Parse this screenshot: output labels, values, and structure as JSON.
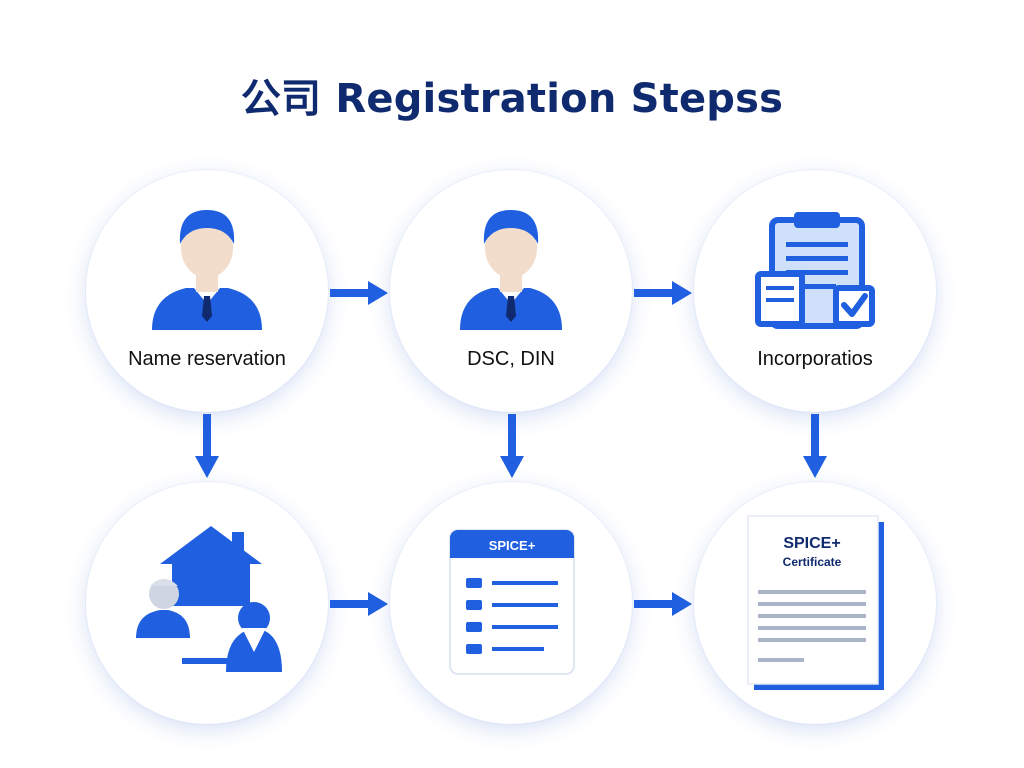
{
  "title": "公司 Registration Stepss",
  "steps": [
    {
      "label": "Name reservation",
      "icon": "businessman-icon"
    },
    {
      "label": "DSC, DIN",
      "icon": "businessman-icon"
    },
    {
      "label": "Incorporatios",
      "icon": "clipboard-check-icon"
    },
    {
      "label": "",
      "icon": "office-address-icon"
    },
    {
      "label": "",
      "icon": "spice-form-icon"
    },
    {
      "label": "",
      "icon": "certificate-icon"
    }
  ],
  "form": {
    "header": "SPICE+"
  },
  "certificate": {
    "title": "SPICE+",
    "subtitle": "Certificate"
  },
  "colors": {
    "accent": "#1f5fe0",
    "title": "#0f2a6e",
    "skin": "#f2dccb",
    "light": "#cfe0fb"
  }
}
